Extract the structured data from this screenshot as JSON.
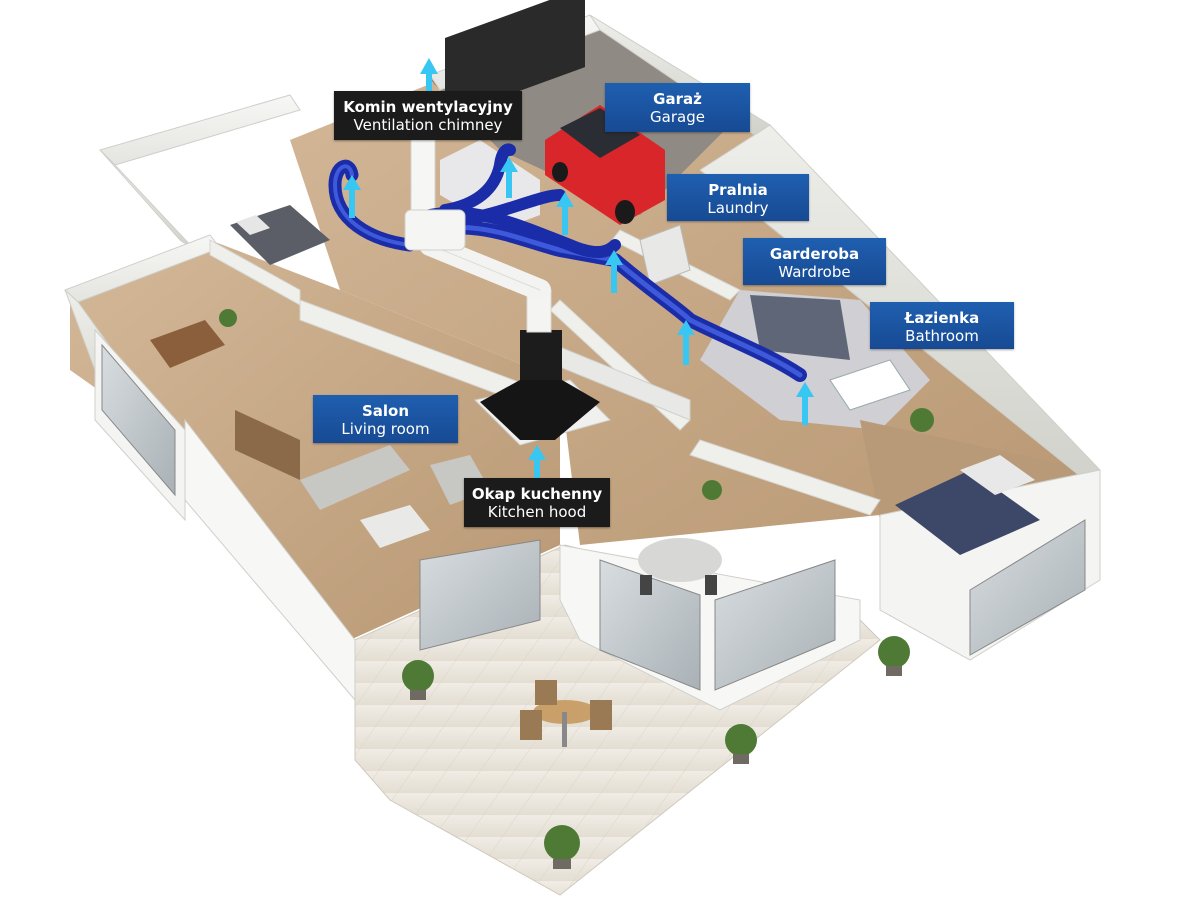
{
  "labels": {
    "chimney": {
      "pl": "Komin wentylacyjny",
      "en": "Ventilation chimney"
    },
    "garage": {
      "pl": "Garaż",
      "en": "Garage"
    },
    "laundry": {
      "pl": "Pralnia",
      "en": "Laundry"
    },
    "wardrobe": {
      "pl": "Garderoba",
      "en": "Wardrobe"
    },
    "bathroom": {
      "pl": "Łazienka",
      "en": "Bathroom"
    },
    "living_room": {
      "pl": "Salon",
      "en": "Living room"
    },
    "kitchen_hood": {
      "pl": "Okap kuchenny",
      "en": "Kitchen hood"
    }
  },
  "colors": {
    "duct": "#2338c8",
    "duct_highlight": "#4f6cf0",
    "airflow_arrow": "#37c7f2",
    "label_blue": "#1a529f",
    "label_dark": "#1b1b1b",
    "wall": "#f3f3f1",
    "floor_wood": "#c9ad8a",
    "patio_tile": "#eeeae3",
    "car": "#d9262a"
  },
  "icons": [
    "airflow-arrow-icon",
    "plant-icon",
    "car-icon",
    "bed-icon",
    "sofa-icon",
    "dining-table-icon"
  ]
}
